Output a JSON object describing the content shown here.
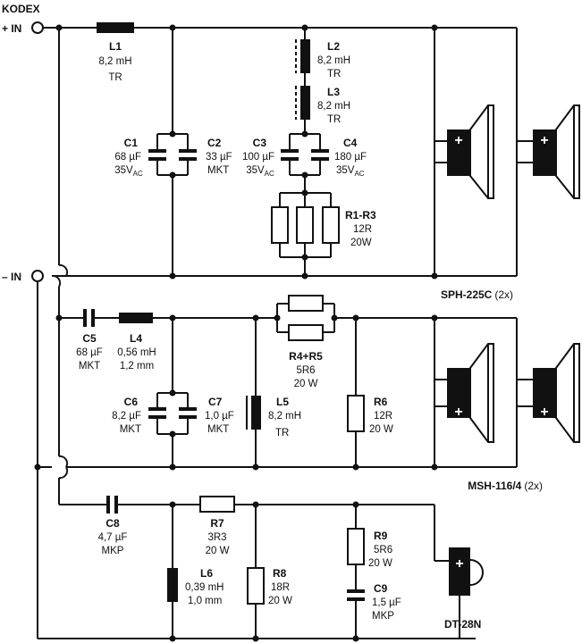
{
  "header": {
    "brand": "KODEX"
  },
  "terminals": {
    "plus_in": "+ IN",
    "minus_in": "– IN"
  },
  "section1": {
    "L1": {
      "name": "L1",
      "value": "8,2 mH",
      "type": "TR"
    },
    "L2": {
      "name": "L2",
      "value": "8,2 mH",
      "type": "TR"
    },
    "L3": {
      "name": "L3",
      "value": "8,2 mH",
      "type": "TR"
    },
    "C1": {
      "name": "C1",
      "value": "68 µF",
      "rating": "35V",
      "rating_sub": "AC"
    },
    "C2": {
      "name": "C2",
      "value": "33 µF",
      "type": "MKT"
    },
    "C3": {
      "name": "C3",
      "value": "100 µF",
      "rating": "35V",
      "rating_sub": "AC"
    },
    "C4": {
      "name": "C4",
      "value": "180 µF",
      "rating": "35V",
      "rating_sub": "AC"
    },
    "R1_R3": {
      "name": "R1-R3",
      "value": "12R",
      "power": "20W"
    },
    "speaker": {
      "name": "SPH-225C",
      "count": "(2x)"
    }
  },
  "section2": {
    "C5": {
      "name": "C5",
      "value": "68 µF",
      "type": "MKT"
    },
    "L4": {
      "name": "L4",
      "value": "0,56 mH",
      "wire": "1,2 mm"
    },
    "R4_R5": {
      "name": "R4+R5",
      "value": "5R6",
      "power": "20 W"
    },
    "C6": {
      "name": "C6",
      "value": "8,2 µF",
      "type": "MKT"
    },
    "C7": {
      "name": "C7",
      "value": "1,0 µF",
      "type": "MKT"
    },
    "L5": {
      "name": "L5",
      "value": "8,2 mH",
      "type": "TR"
    },
    "R6": {
      "name": "R6",
      "value": "12R",
      "power": "20 W"
    },
    "speaker": {
      "name": "MSH-116/4",
      "count": "(2x)"
    }
  },
  "section3": {
    "C8": {
      "name": "C8",
      "value": "4,7 µF",
      "type": "MKP"
    },
    "R7": {
      "name": "R7",
      "value": "3R3",
      "power": "20 W"
    },
    "L6": {
      "name": "L6",
      "value": "0,39 mH",
      "wire": "1,0 mm"
    },
    "R8": {
      "name": "R8",
      "value": "18R",
      "power": "20 W"
    },
    "R9": {
      "name": "R9",
      "value": "5R6",
      "power": "20 W"
    },
    "C9": {
      "name": "C9",
      "value": "1,5 µF",
      "type": "MKP"
    },
    "speaker": {
      "name": "DT-28N"
    }
  },
  "polarity": {
    "plus": "+",
    "minus": "–"
  }
}
